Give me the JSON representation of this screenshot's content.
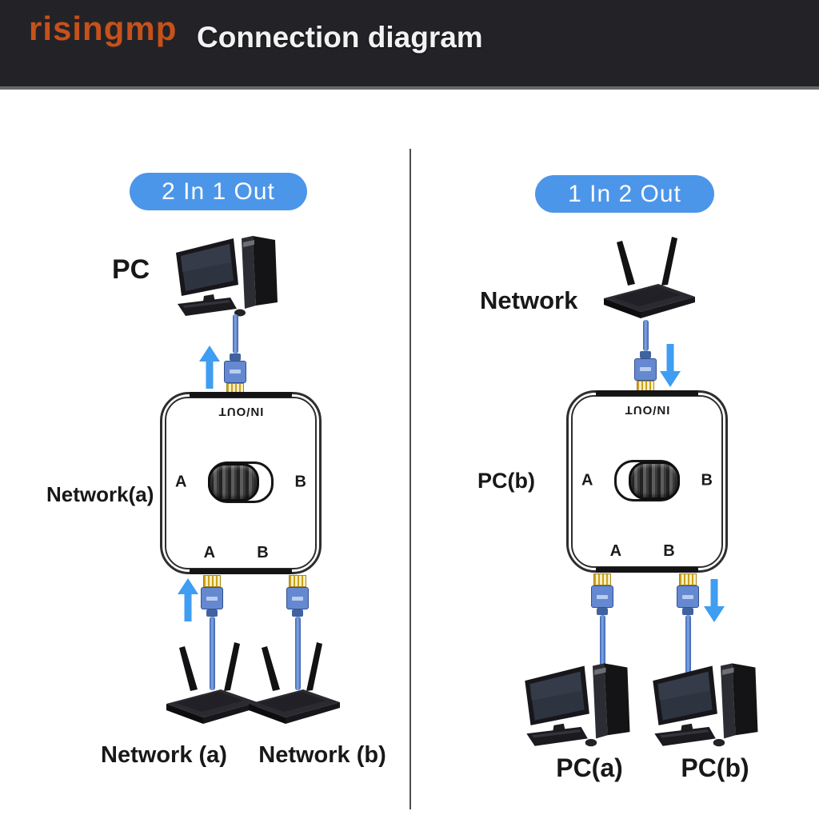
{
  "header": {
    "brand": "risingmp",
    "title": "Connection diagram"
  },
  "left": {
    "badge": "2 In 1 Out",
    "device_top_label": "PC",
    "side_label": "Network(a)",
    "bottom_device_a": "Network (a)",
    "bottom_device_b": "Network (b)",
    "switch": {
      "port_label": "IN/OUT",
      "a": "A",
      "b": "B",
      "bottom_a": "A",
      "bottom_b": "B",
      "knob": "A"
    }
  },
  "right": {
    "badge": "1 In 2 Out",
    "device_top_label": "Network",
    "side_label": "PC(b)",
    "bottom_device_a": "PC(a)",
    "bottom_device_b": "PC(b)",
    "switch": {
      "port_label": "IN/OUT",
      "a": "A",
      "b": "B",
      "bottom_a": "A",
      "bottom_b": "B",
      "knob": "B"
    }
  },
  "colors": {
    "header_bg": "#232327",
    "brand_orange": "#c6511b",
    "badge_blue": "#4c96e9",
    "arrow_blue": "#3f9df2",
    "cable_blue": "#6589d0"
  }
}
